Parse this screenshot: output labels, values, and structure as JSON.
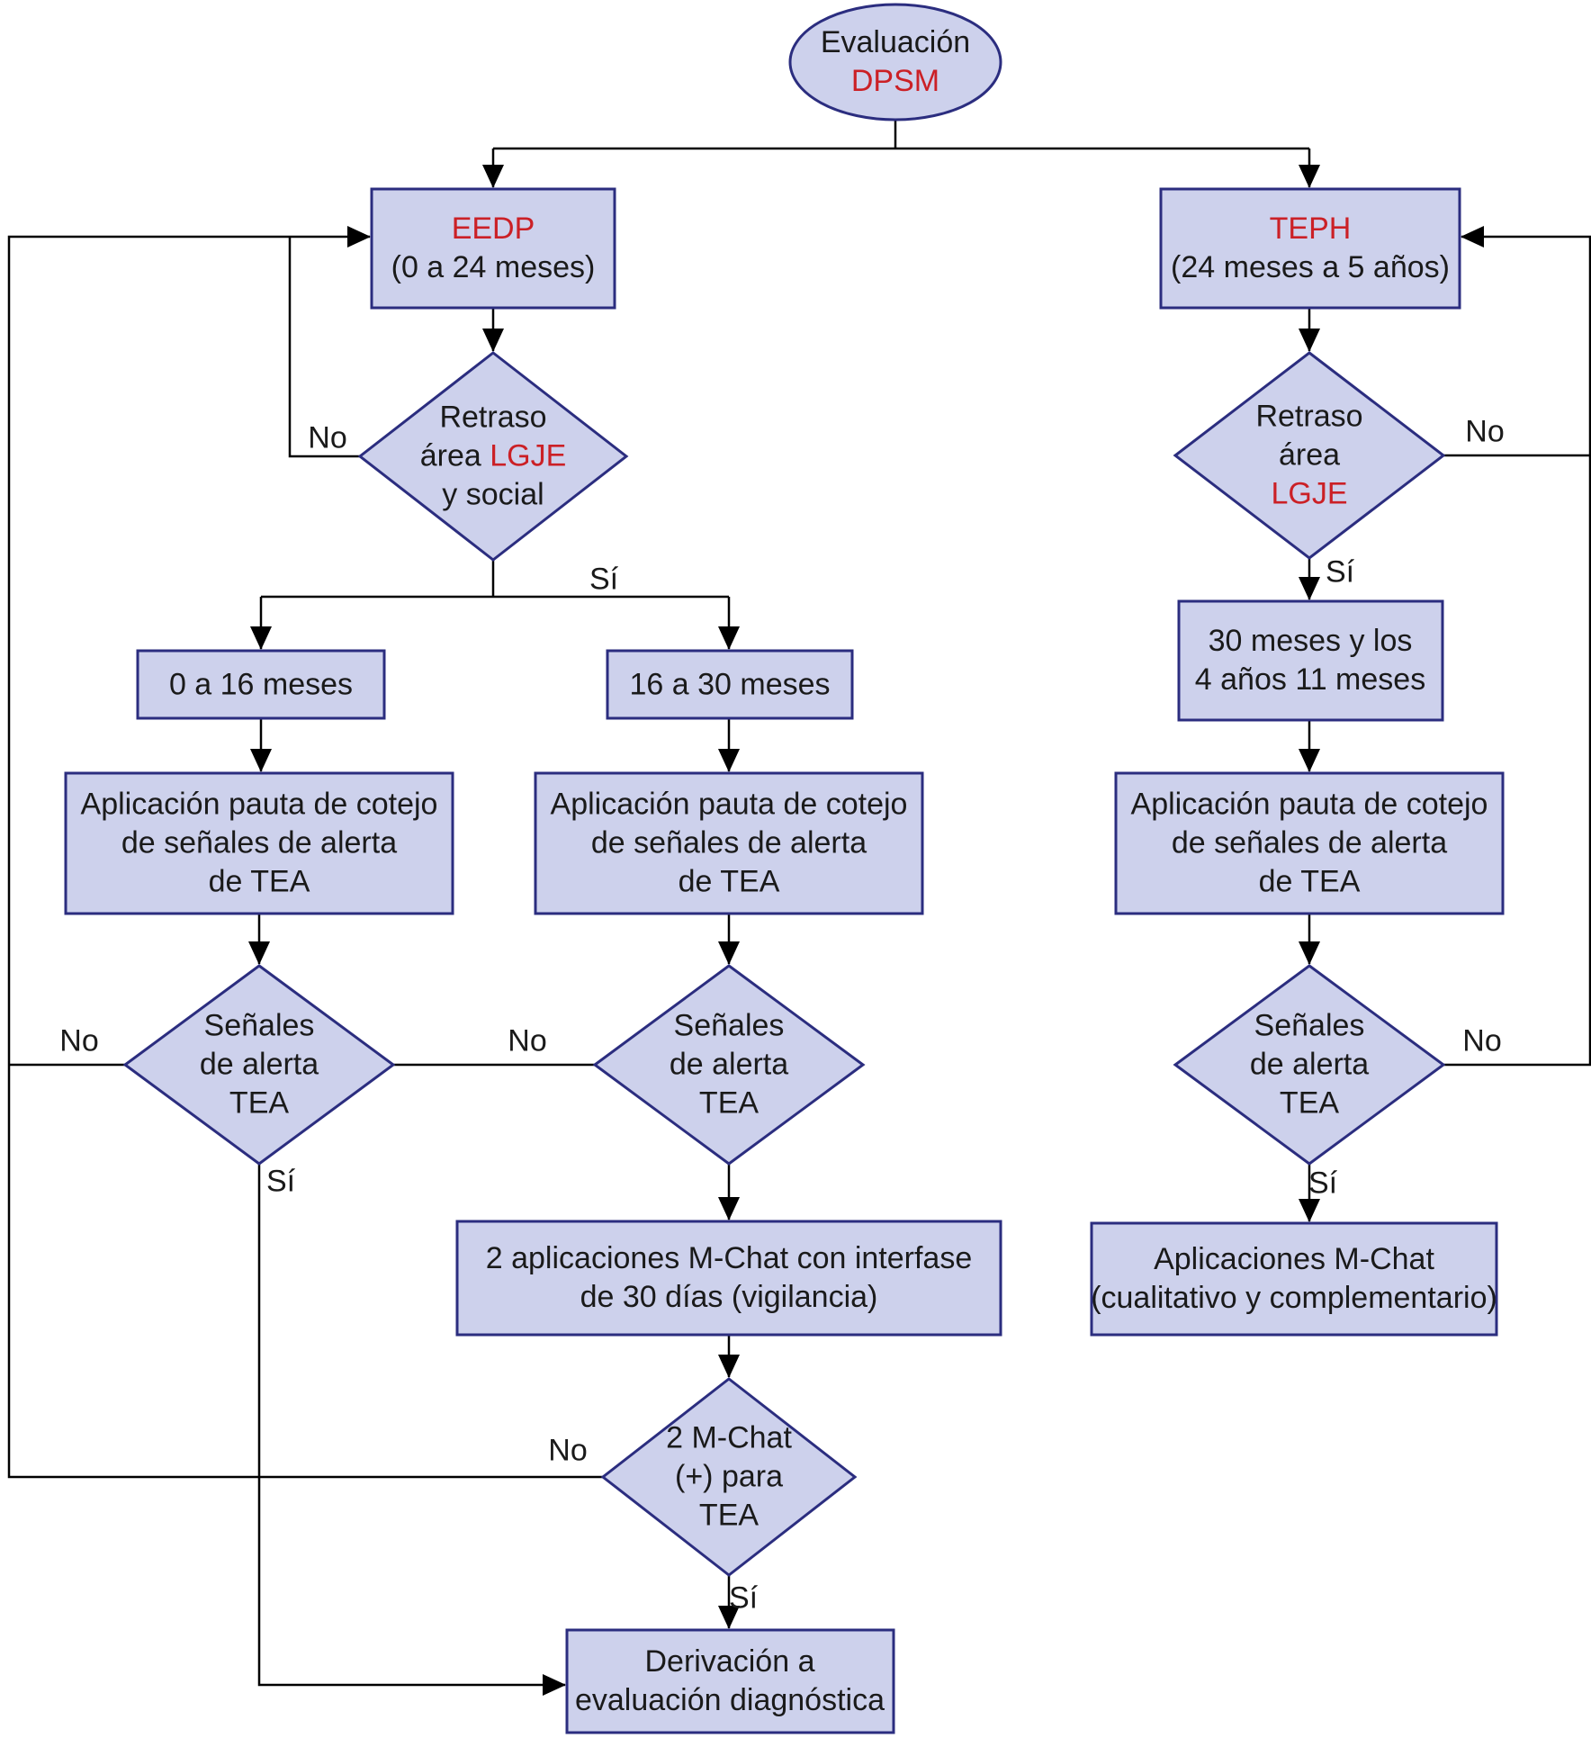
{
  "colors": {
    "node_fill": "#cdd1ec",
    "node_border": "#2b2d7f",
    "highlight_red": "#cb2026",
    "connector_black": "#000000",
    "text_black": "#1a1a1a"
  },
  "nodes": {
    "evaluacion_dpsm": {
      "line1": "Evaluación",
      "line2": "DPSM"
    },
    "eedp": {
      "title": "EEDP",
      "subtitle": "(0 a 24 meses)"
    },
    "teph": {
      "title": "TEPH",
      "subtitle": "(24 meses a 5 años)"
    },
    "retraso_izq": {
      "line1": "Retraso",
      "line2a": "área ",
      "line2b": "LGJE",
      "line3": "y social"
    },
    "retraso_der": {
      "line1": "Retraso",
      "line2": "área",
      "line3": "LGJE"
    },
    "rango_0_16": {
      "text": "0 a 16 meses"
    },
    "rango_16_30": {
      "text": "16 a 30 meses"
    },
    "rango_30_4a11": {
      "line1": "30 meses y los",
      "line2": "4 años 11 meses"
    },
    "pauta_cotejo_izq": {
      "line1": "Aplicación pauta de cotejo",
      "line2": "de señales de alerta",
      "line3": "de TEA"
    },
    "pauta_cotejo_centro": {
      "line1": "Aplicación pauta de cotejo",
      "line2": "de señales de alerta",
      "line3": "de TEA"
    },
    "pauta_cotejo_der": {
      "line1": "Aplicación pauta de cotejo",
      "line2": "de señales de alerta",
      "line3": "de TEA"
    },
    "senales_izq": {
      "line1": "Señales",
      "line2": "de alerta",
      "line3": "TEA"
    },
    "senales_centro": {
      "line1": "Señales",
      "line2": "de alerta",
      "line3": "TEA"
    },
    "senales_der": {
      "line1": "Señales",
      "line2": "de alerta",
      "line3": "TEA"
    },
    "dos_aplicaciones_mchat": {
      "line1": "2 aplicaciones M-Chat con interfase",
      "line2": "de 30 días (vigilancia)"
    },
    "mchat_positivo": {
      "line1": "2 M-Chat",
      "line2": "(+) para",
      "line3": "TEA"
    },
    "derivacion": {
      "line1": "Derivación a",
      "line2": "evaluación diagnóstica"
    },
    "aplicaciones_mchat": {
      "line1": "Aplicaciones M-Chat",
      "line2": "(cualitativo y complementario)"
    }
  },
  "labels": {
    "retraso_izq_no": "No",
    "retraso_izq_si": "Sí",
    "retraso_der_no": "No",
    "retraso_der_si": "Sí",
    "senales_izq_no": "No",
    "senales_izq_si": "Sí",
    "senales_centro_no": "No",
    "senales_der_no": "No",
    "senales_der_si": "Sí",
    "mchat_no": "No",
    "mchat_si": "Sí"
  }
}
